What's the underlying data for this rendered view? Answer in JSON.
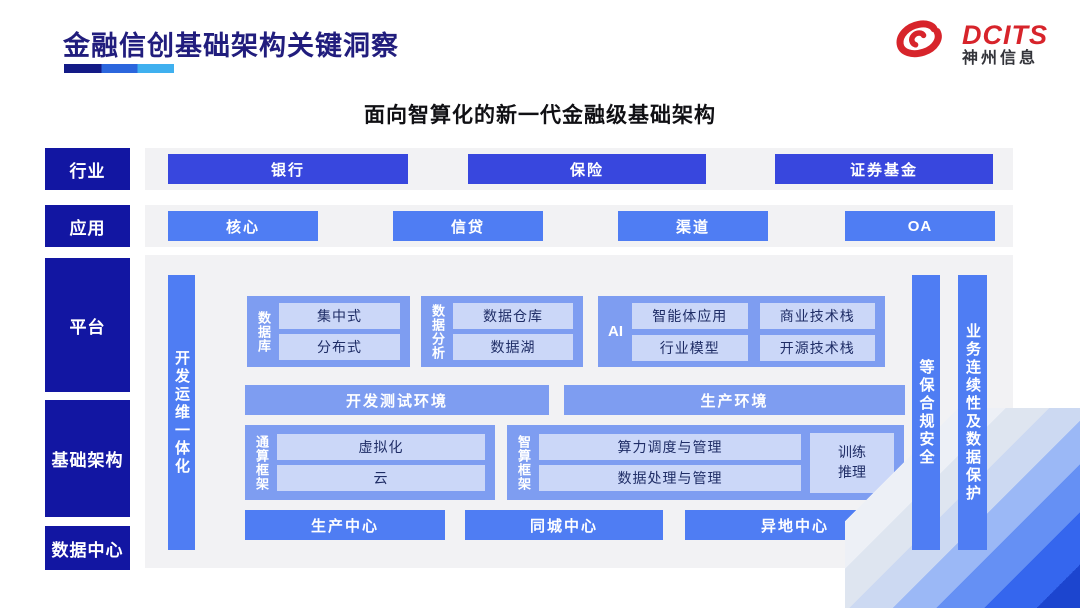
{
  "header": {
    "title": "金融信创基础架构关键洞察",
    "logo": {
      "brand": "DCITS",
      "company": "神州信息"
    }
  },
  "diagram": {
    "subtitle": "面向智算化的新一代金融级基础架构",
    "sidebar": {
      "industry": "行业",
      "application": "应用",
      "platform": "平台",
      "infrastructure": "基础架构",
      "datacenter": "数据中心"
    },
    "industry_row": [
      "银行",
      "保险",
      "证券基金"
    ],
    "application_row": [
      "核心",
      "信贷",
      "渠道",
      "OA"
    ],
    "devops_bar": "开发运维一体化",
    "platform_groups": {
      "database": {
        "label": "数据库",
        "items": [
          "集中式",
          "分布式"
        ]
      },
      "analytics": {
        "label": "数据分析",
        "items": [
          "数据仓库",
          "数据湖"
        ]
      },
      "ai": {
        "label": "AI",
        "items": [
          "智能体应用",
          "商业技术栈",
          "行业模型",
          "开源技术栈"
        ]
      }
    },
    "environments": [
      "开发测试环境",
      "生产环境"
    ],
    "frameworks": {
      "general": {
        "label": "通算框架",
        "items": [
          "虚拟化",
          "云"
        ]
      },
      "intelligent": {
        "label": "智算框架",
        "items": [
          "算力调度与管理",
          "数据处理与管理"
        ],
        "side": "训练\n推理"
      }
    },
    "centers": [
      "生产中心",
      "同城中心",
      "异地中心"
    ],
    "security_bar": "等保合规安全",
    "continuity_bar": "业务连续性及数据保护"
  },
  "colors": {
    "navy": "#1216A2",
    "indigo": "#3847DE",
    "blue": "#4F7DF3",
    "soft_blue": "#7E9DF1",
    "pale_blue": "#CBD7F8",
    "brand_red": "#D7242B",
    "panel_gray": "#F2F2F4"
  }
}
